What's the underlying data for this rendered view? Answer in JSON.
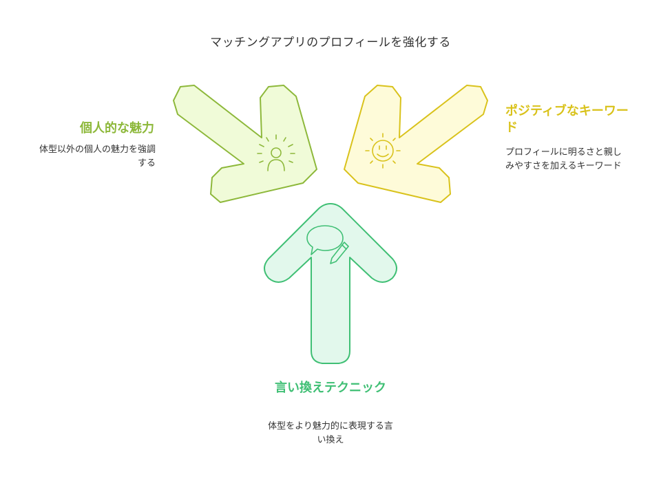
{
  "title": "マッチングアプリのプロフィールを強化する",
  "items": [
    {
      "label": "個人的な魅力",
      "description": "体型以外の個人の魅力を強調する",
      "icon": "person-sun-icon",
      "color": "#8db83a",
      "fill": "#f0fbd8"
    },
    {
      "label": "ポジティブなキーワード",
      "description": "プロフィールに明るさと親しみやすさを加えるキーワード",
      "icon": "smiley-sun-icon",
      "color": "#d9c21b",
      "fill": "#fefbd9"
    },
    {
      "label": "言い換えテクニック",
      "description": "体型をより魅力的に表現する言い換え",
      "icon": "speech-pencil-icon",
      "color": "#3fbf74",
      "fill": "#e2f8ec"
    }
  ]
}
